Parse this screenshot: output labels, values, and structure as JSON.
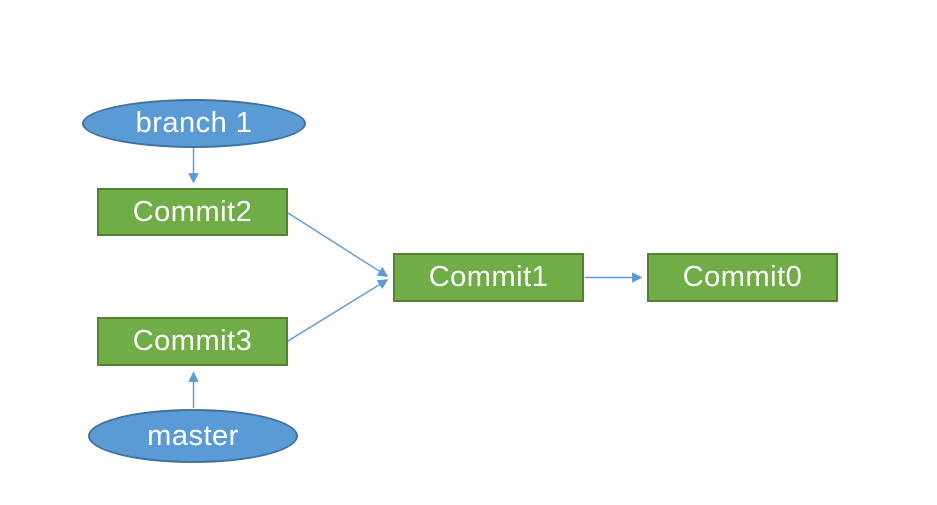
{
  "diagram": {
    "type": "flow-diagram",
    "background_color": "#ffffff",
    "colors": {
      "branch_fill": "#5b9bd5",
      "branch_border": "#41719c",
      "commit_fill": "#70ad47",
      "commit_border": "#548235",
      "connector": "#5b9bd5",
      "label_text": "#ffffff"
    },
    "nodes": {
      "branch1": {
        "label": "branch 1",
        "shape": "ellipse"
      },
      "commit2": {
        "label": "Commit2",
        "shape": "rectangle"
      },
      "commit3": {
        "label": "Commit3",
        "shape": "rectangle"
      },
      "commit1": {
        "label": "Commit1",
        "shape": "rectangle"
      },
      "commit0": {
        "label": "Commit0",
        "shape": "rectangle"
      },
      "master": {
        "label": "master",
        "shape": "ellipse"
      }
    },
    "edges": [
      {
        "from": "branch 1",
        "to": "Commit2",
        "direction": "down"
      },
      {
        "from": "Commit2",
        "to": "Commit1",
        "direction": "down-right"
      },
      {
        "from": "Commit3",
        "to": "Commit1",
        "direction": "up-right"
      },
      {
        "from": "Commit1",
        "to": "Commit0",
        "direction": "right"
      },
      {
        "from": "master",
        "to": "Commit3",
        "direction": "up"
      }
    ]
  }
}
